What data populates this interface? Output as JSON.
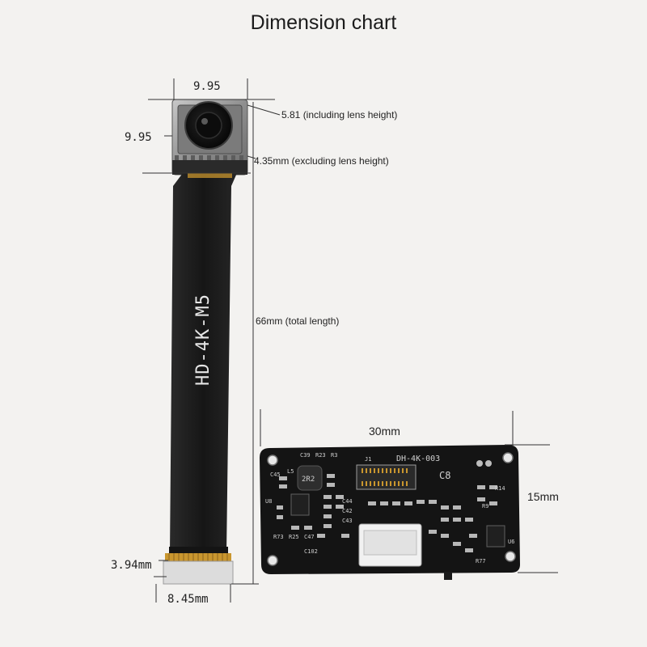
{
  "title": "Dimension chart",
  "dimensions": {
    "module_width": "9.95",
    "module_height": "9.95",
    "height_with_lens": "5.81 (including lens height)",
    "height_without_lens": "4.35mm (excluding lens height)",
    "total_length": "66mm (total length)",
    "connector_thickness": "3.94mm",
    "connector_width": "8.45mm",
    "board_width": "30mm",
    "board_height": "15mm"
  },
  "cable_print": "HD-4K-M5",
  "pcb_labels": {
    "board_id": "DH-4K-003",
    "c8": "C8",
    "j1": "J1",
    "c39": "C39",
    "r23": "R23",
    "r3": "R3",
    "c45": "C45",
    "l5": "L5",
    "inductor": "2R2",
    "u8": "U8",
    "c44": "C44",
    "c42": "C42",
    "c43": "C43",
    "r73": "R73",
    "r25": "R25",
    "c47": "C47",
    "c102": "C102",
    "r14": "R14",
    "r9": "R9",
    "r77": "R77",
    "u6": "U6"
  },
  "colors": {
    "background": "#f3f2f0",
    "pcb": "#141414",
    "cable": "#1c1c1c",
    "gold_contacts": "#c9962e",
    "module_metal": "#9a9a9a"
  }
}
